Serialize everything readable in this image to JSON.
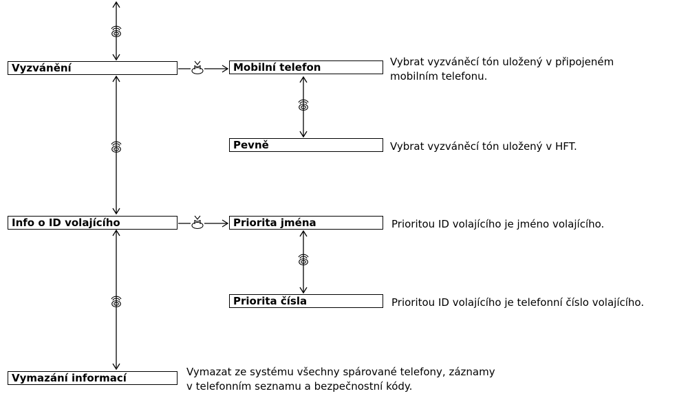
{
  "menu": {
    "ringtone": {
      "label": "Vyzvánění",
      "options": [
        {
          "label": "Mobilní telefon",
          "description_lines": [
            "Vybrat vyzváněcí tón uložený v připojeném",
            "mobilním telefonu."
          ]
        },
        {
          "label": "Pevně",
          "description_lines": [
            "Vybrat vyzváněcí tón uložený v HFT."
          ]
        }
      ]
    },
    "caller_id": {
      "label": "Info o ID volajícího",
      "options": [
        {
          "label": "Priorita jména",
          "description_lines": [
            "Prioritou ID volajícího je jméno volajícího."
          ]
        },
        {
          "label": "Priorita čísla",
          "description_lines": [
            "Prioritou ID volajícího je telefonní číslo volajícího."
          ]
        }
      ]
    },
    "clear_info": {
      "label": "Vymazání informací",
      "description_lines": [
        "Vymazat ze systému všechny spárované telefony, záznamy",
        "v telefonním seznamu a bezpečnostní kódy."
      ]
    }
  },
  "icons": {
    "scroll": "rotary-dial-icon",
    "select": "push-knob-icon"
  }
}
